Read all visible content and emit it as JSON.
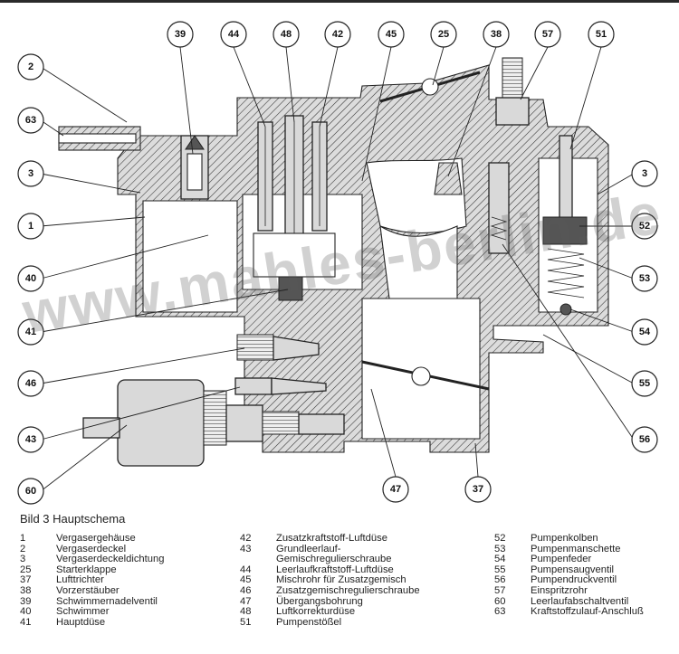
{
  "figure_caption": "Bild 3  Hauptschema",
  "watermark": "www.mahles-berlin.de",
  "callouts": [
    "39",
    "44",
    "48",
    "42",
    "45",
    "25",
    "38",
    "57",
    "51",
    "2",
    "63",
    "3",
    "1",
    "40",
    "41",
    "46",
    "43",
    "60",
    "47",
    "37",
    "3",
    "52",
    "53",
    "54",
    "55",
    "56"
  ],
  "legend": {
    "col1": [
      {
        "num": "1",
        "text": "Vergasergehäuse"
      },
      {
        "num": "2",
        "text": "Vergaserdeckel"
      },
      {
        "num": "3",
        "text": "Vergaserdeckeldichtung"
      },
      {
        "num": "25",
        "text": "Starterklappe"
      },
      {
        "num": "37",
        "text": "Lufttrichter"
      },
      {
        "num": "38",
        "text": "Vorzerstäuber"
      },
      {
        "num": "39",
        "text": "Schwimmernadelventil"
      },
      {
        "num": "40",
        "text": "Schwimmer"
      },
      {
        "num": "41",
        "text": "Hauptdüse"
      }
    ],
    "col2": [
      {
        "num": "42",
        "text": "Zusatzkraftstoff-Luftdüse"
      },
      {
        "num": "43",
        "text": "Grundleerlauf-"
      },
      {
        "num": "",
        "text": "Gemischregulierschraube"
      },
      {
        "num": "44",
        "text": "Leerlaufkraftstoff-Luftdüse"
      },
      {
        "num": "45",
        "text": "Mischrohr für Zusatzgemisch"
      },
      {
        "num": "46",
        "text": "Zusatzgemischregulierschraube"
      },
      {
        "num": "47",
        "text": "Übergangsbohrung"
      },
      {
        "num": "48",
        "text": "Luftkorrekturdüse"
      },
      {
        "num": "51",
        "text": "Pumpenstößel"
      }
    ],
    "col3": [
      {
        "num": "52",
        "text": "Pumpenkolben"
      },
      {
        "num": "53",
        "text": "Pumpenmanschette"
      },
      {
        "num": "54",
        "text": "Pumpenfeder"
      },
      {
        "num": "55",
        "text": "Pumpensaugventil"
      },
      {
        "num": "56",
        "text": "Pumpendruckventil"
      },
      {
        "num": "57",
        "text": "Einspritzrohr"
      },
      {
        "num": "60",
        "text": "Leerlaufabschaltventil"
      },
      {
        "num": "63",
        "text": "Kraftstoffzulauf-Anschluß"
      }
    ]
  }
}
